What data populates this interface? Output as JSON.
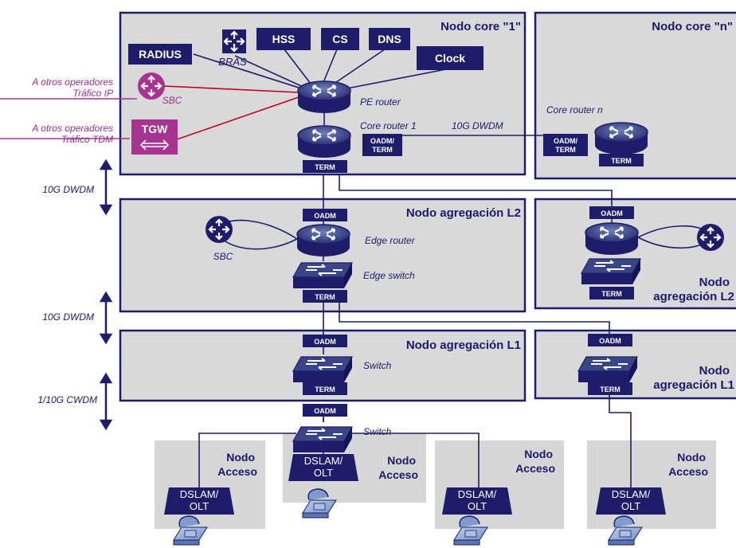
{
  "nodes": {
    "core1": "Nodo core \"1\"",
    "coren": "Nodo core \"n\"",
    "agg_l2_left": "Nodo agregación L2",
    "agg_l2_right_1": "Nodo",
    "agg_l2_right_2": "agregación L2",
    "agg_l1_left": "Nodo agregación L1",
    "agg_l1_right_1": "Nodo",
    "agg_l1_right_2": "agregación L1",
    "acceso_1": "Nodo",
    "acceso_2": "Acceso"
  },
  "core_services": {
    "radius": "RADIUS",
    "hss": "HSS",
    "cs": "CS",
    "dns": "DNS",
    "clock": "Clock",
    "bras": "BRAS",
    "sbc": "SBC",
    "tgw": "TGW"
  },
  "external": {
    "ip_1": "A otros operadores",
    "ip_2": "Tráfico IP",
    "tdm_1": "A otros operadores",
    "tdm_2": "Tráfico TDM"
  },
  "devices": {
    "pe_router": "PE router",
    "core_router_1": "Core router 1",
    "core_router_n": "Core router n",
    "edge_router": "Edge router",
    "edge_switch": "Edge switch",
    "switch": "Switch",
    "sbc": "SBC",
    "dslam_1": "DSLAM/",
    "dslam_2": "OLT"
  },
  "ports": {
    "oadm": "OADM",
    "term": "TERM",
    "oadm_term_1": "OADM/",
    "oadm_term_2": "TERM"
  },
  "links": {
    "dwdm_core": "10G DWDM",
    "dwdm_l2": "10G DWDM",
    "dwdm_l1": "10G DWDM",
    "cwdm": "1/10G CWDM"
  },
  "colors": {
    "navy": "#1d1d6b",
    "node_fill": "#d9d9d9",
    "access_fill": "#d6d6d6",
    "magenta": "#a8328f",
    "red_link": "#c00020"
  }
}
